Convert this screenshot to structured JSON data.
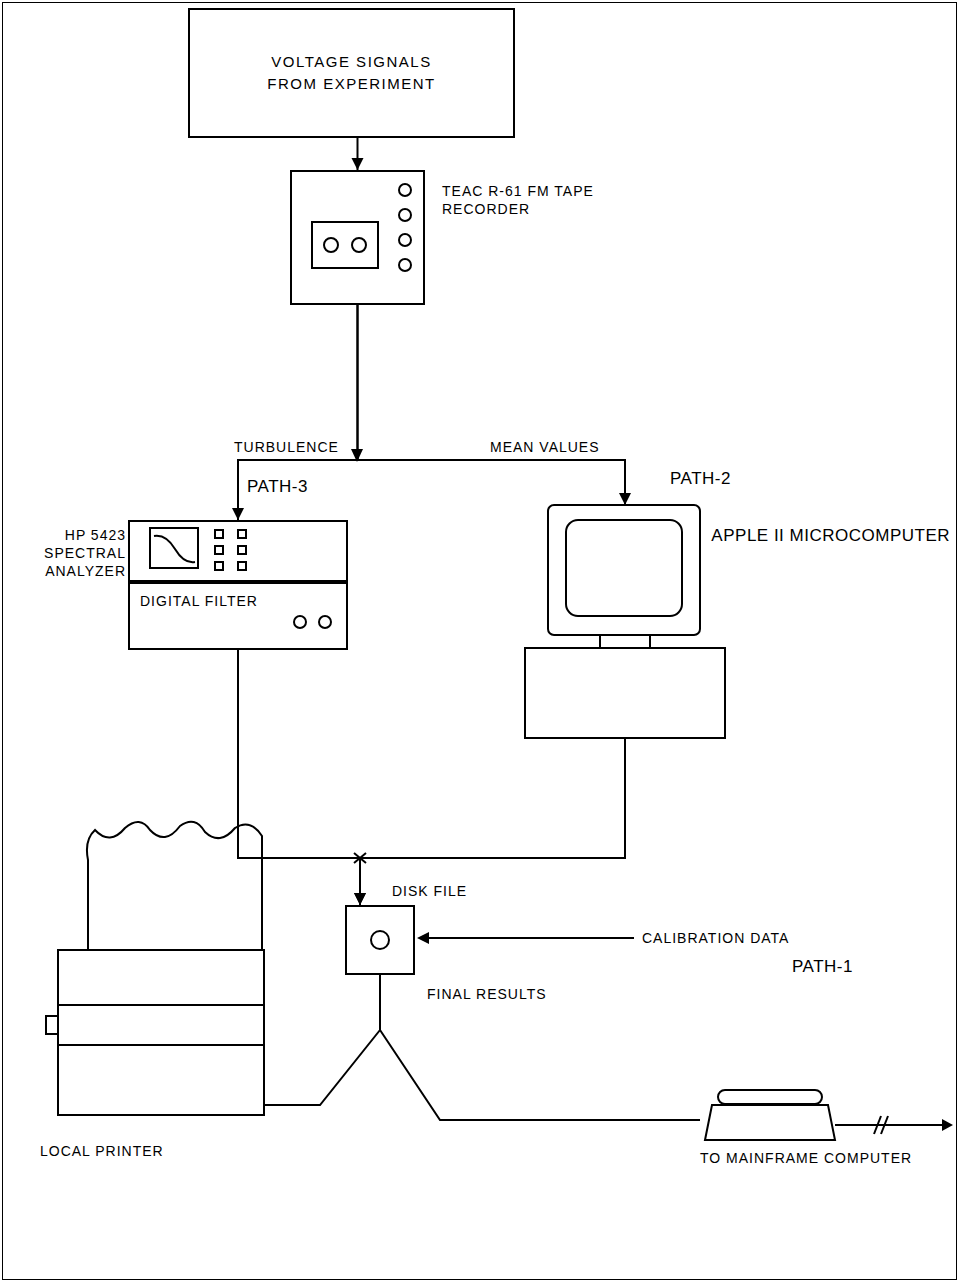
{
  "diagram": {
    "nodes": [
      {
        "text": [
          "VOLTAGE SIGNALS FROM EXPERIMENT"
        ]
      },
      {
        "text": [
          "TEAC R-61 FM TAPE RECORDER"
        ]
      },
      {
        "text": [
          "HP 5423 SPECTRAL ANALYZER"
        ]
      },
      {
        "text": [
          "DIGITAL FILTER"
        ]
      },
      {
        "text": [
          "APPLE II MICROCOMPUTER"
        ]
      },
      {
        "text": [
          "DISK FILE"
        ]
      },
      {
        "text": [
          "LOCAL PRINTER"
        ]
      },
      {
        "text": [
          "TO MAINFRAME COMPUTER"
        ]
      }
    ],
    "edges": [
      {
        "from": 0,
        "to": 1,
        "arrow": "to"
      },
      {
        "from": 1,
        "to": 2,
        "label": "TURBULENCE",
        "arrow": "to"
      },
      {
        "from": 1,
        "to": 4,
        "label": "MEAN VALUES",
        "arrow": "to"
      },
      {
        "from": 3,
        "to": 5,
        "arrow": "to"
      },
      {
        "from": 4,
        "to": 5,
        "arrow": "to"
      },
      {
        "from": 5,
        "to": 6,
        "arrow": "none"
      },
      {
        "from": 5,
        "to": 7,
        "arrow": "none"
      }
    ],
    "labels": [
      "PATH-3",
      "PATH-2",
      "CALIBRATION DATA",
      "PATH-1",
      "FINAL RESULTS"
    ]
  }
}
